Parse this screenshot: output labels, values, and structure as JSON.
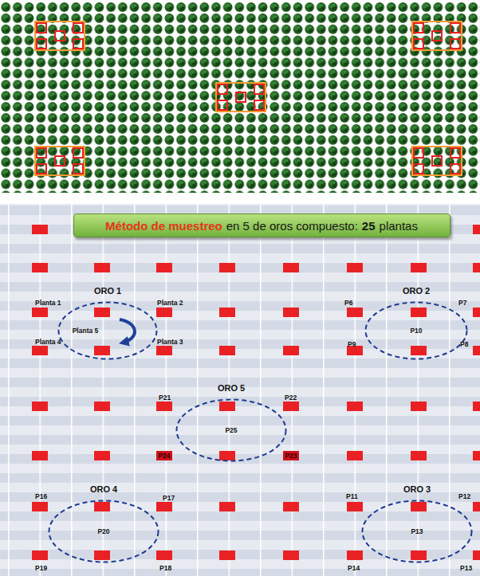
{
  "diagram": {
    "nodes": [
      {
        "text": [
          "Método de muestreo",
          "en 5 de oros compuesto:",
          "25",
          "plantas"
        ]
      },
      {
        "text": [
          "ORO 1",
          "Planta 5"
        ]
      },
      {
        "text": [
          "ORO 2",
          "P10"
        ]
      },
      {
        "text": [
          "ORO 5",
          "P25"
        ]
      },
      {
        "text": [
          "ORO 4",
          "P20"
        ]
      },
      {
        "text": [
          "ORO 3",
          "P13"
        ]
      }
    ],
    "labels": [
      "Planta 1",
      "Planta 2",
      "Planta 4",
      "Planta 3",
      "P6",
      "P7",
      "P9",
      "P8",
      "P21",
      "P22",
      "P24",
      "P23",
      "P16",
      "P17",
      "P11",
      "P12",
      "P19",
      "P18",
      "P14",
      "P13"
    ]
  }
}
